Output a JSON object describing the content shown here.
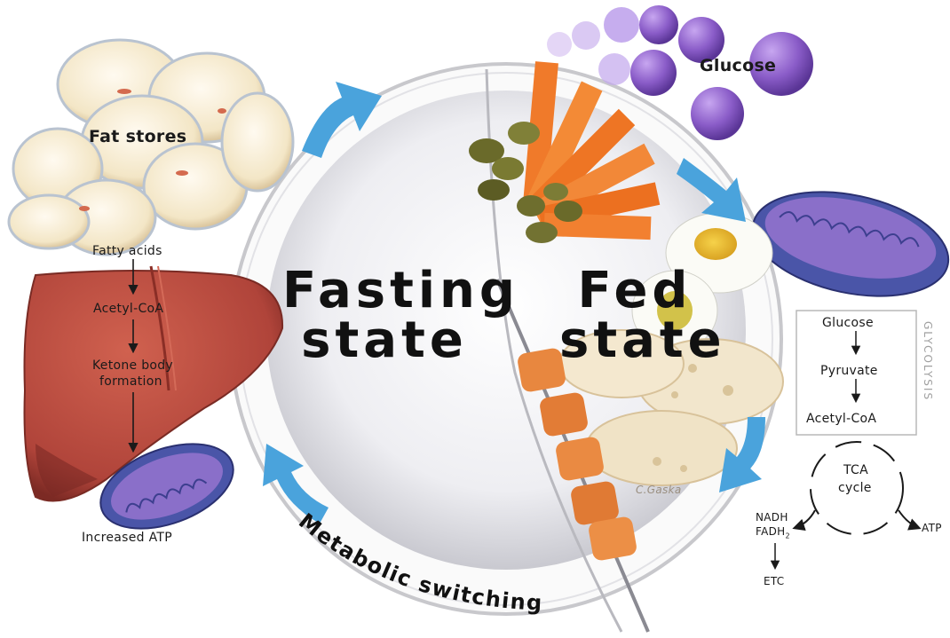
{
  "left_panel": {
    "fat_stores": "Fat stores",
    "fatty_acids": "Fatty acids",
    "acetyl_coa": "Acetyl-CoA",
    "ketone_line1": "Ketone body",
    "ketone_line2": "formation",
    "increased_atp": "Increased ATP"
  },
  "center": {
    "fasting_line1": "Fasting",
    "fasting_line2": "state",
    "fed_line1": "Fed",
    "fed_line2": "state",
    "metabolic_switching": "Metabolic switching",
    "signature": "C.Gaska"
  },
  "right_panel": {
    "glucose_top": "Glucose",
    "glycolysis_box": {
      "glucose": "Glucose",
      "pyruvate": "Pyruvate",
      "acetyl_coa": "Acetyl-CoA",
      "side_label": "GLYCOLYSIS"
    },
    "tca_line1": "TCA",
    "tca_line2": "cycle",
    "nadh": "NADH",
    "fadh2_base": "FADH",
    "fadh2_sub": "2",
    "atp": "ATP",
    "etc": "ETC"
  },
  "colors": {
    "arrow_blue": "#4aa3dc",
    "liver": "#b8473c",
    "mito_outer": "#4a55a8",
    "mito_inner": "#8a6fc9",
    "glucose_purple": "#8a5cc8",
    "carrot": "#f07a2a",
    "olive": "#6a6a2a",
    "fat_cell": "#f6ecd2",
    "plate": "#f2f2f4"
  }
}
